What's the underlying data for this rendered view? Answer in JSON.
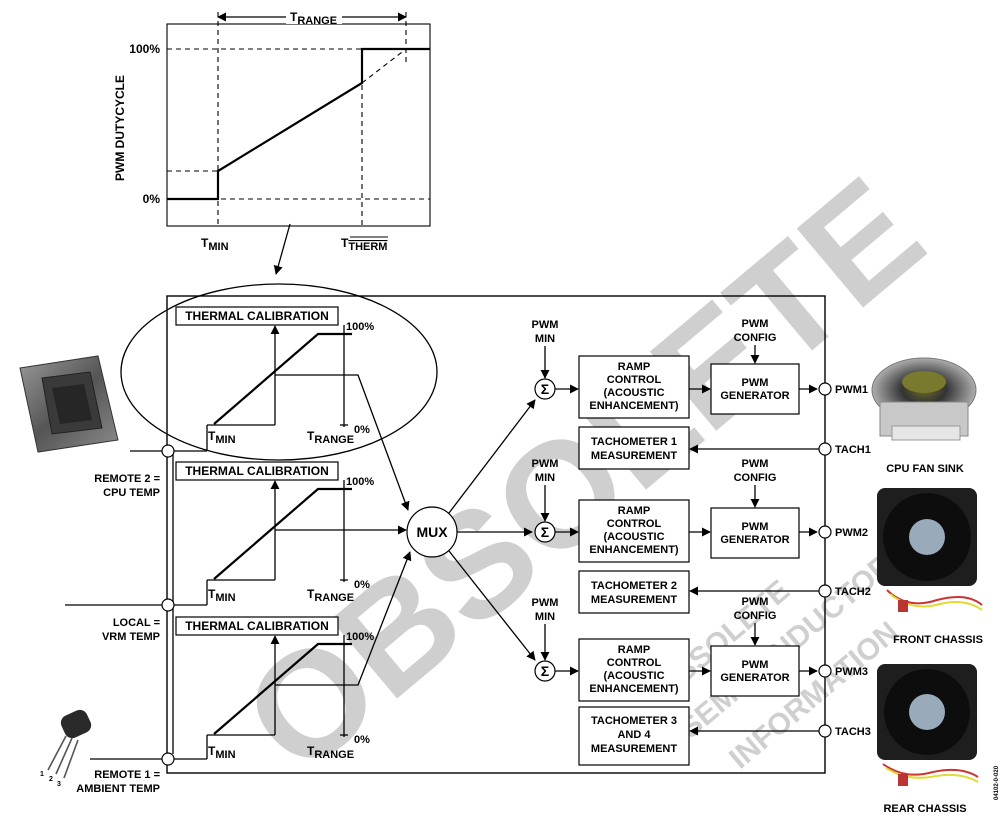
{
  "graph": {
    "y_axis_label": "PWM DUTYCYCLE",
    "y_tick_100": "100%",
    "y_tick_0": "0%",
    "t_range": "RANGE",
    "t_min": "MIN",
    "t_therm": "THERM"
  },
  "calibration": {
    "title": "THERMAL CALIBRATION",
    "pct_100": "100%",
    "pct_0": "0%",
    "t_min": "MIN",
    "t_range": "RANGE"
  },
  "inputs": {
    "remote2_line1": "REMOTE 2 =",
    "remote2_line2": "CPU TEMP",
    "local_line1": "LOCAL =",
    "local_line2": "VRM TEMP",
    "remote1_line1": "REMOTE 1 =",
    "remote1_line2": "AMBIENT TEMP"
  },
  "mux": "MUX",
  "pwm_min": {
    "line1": "PWM",
    "line2": "MIN"
  },
  "pwm_config": {
    "line1": "PWM",
    "line2": "CONFIG"
  },
  "ramp": {
    "line1": "RAMP",
    "line2": "CONTROL",
    "line3": "(ACOUSTIC",
    "line4": "ENHANCEMENT)"
  },
  "generator": {
    "line1": "PWM",
    "line2": "GENERATOR"
  },
  "tach1": {
    "line1": "TACHOMETER 1",
    "line2": "MEASUREMENT"
  },
  "tach2": {
    "line1": "TACHOMETER 2",
    "line2": "MEASUREMENT"
  },
  "tach3": {
    "line1": "TACHOMETER 3",
    "line2": "AND 4",
    "line3": "MEASUREMENT"
  },
  "pins": {
    "pwm1": "PWM1",
    "tach1": "TACH1",
    "pwm2": "PWM2",
    "tach2": "TACH2",
    "pwm3": "PWM3",
    "tach3": "TACH3"
  },
  "fans": {
    "cpu": "CPU FAN SINK",
    "front": "FRONT CHASSIS",
    "rear": "REAR CHASSIS"
  },
  "sigma": "Σ",
  "watermark": {
    "big": "OBSOLETE",
    "line1": "OBSOLETE",
    "line2": "SEMICONDUCTOR",
    "line3": "INFORMATION"
  },
  "figure_id": "04102-0-020",
  "colors": {
    "line": "#000000",
    "watermark": "#cfcfcf",
    "chip": "#5a5a5a",
    "fan": "#1e1e1e"
  }
}
